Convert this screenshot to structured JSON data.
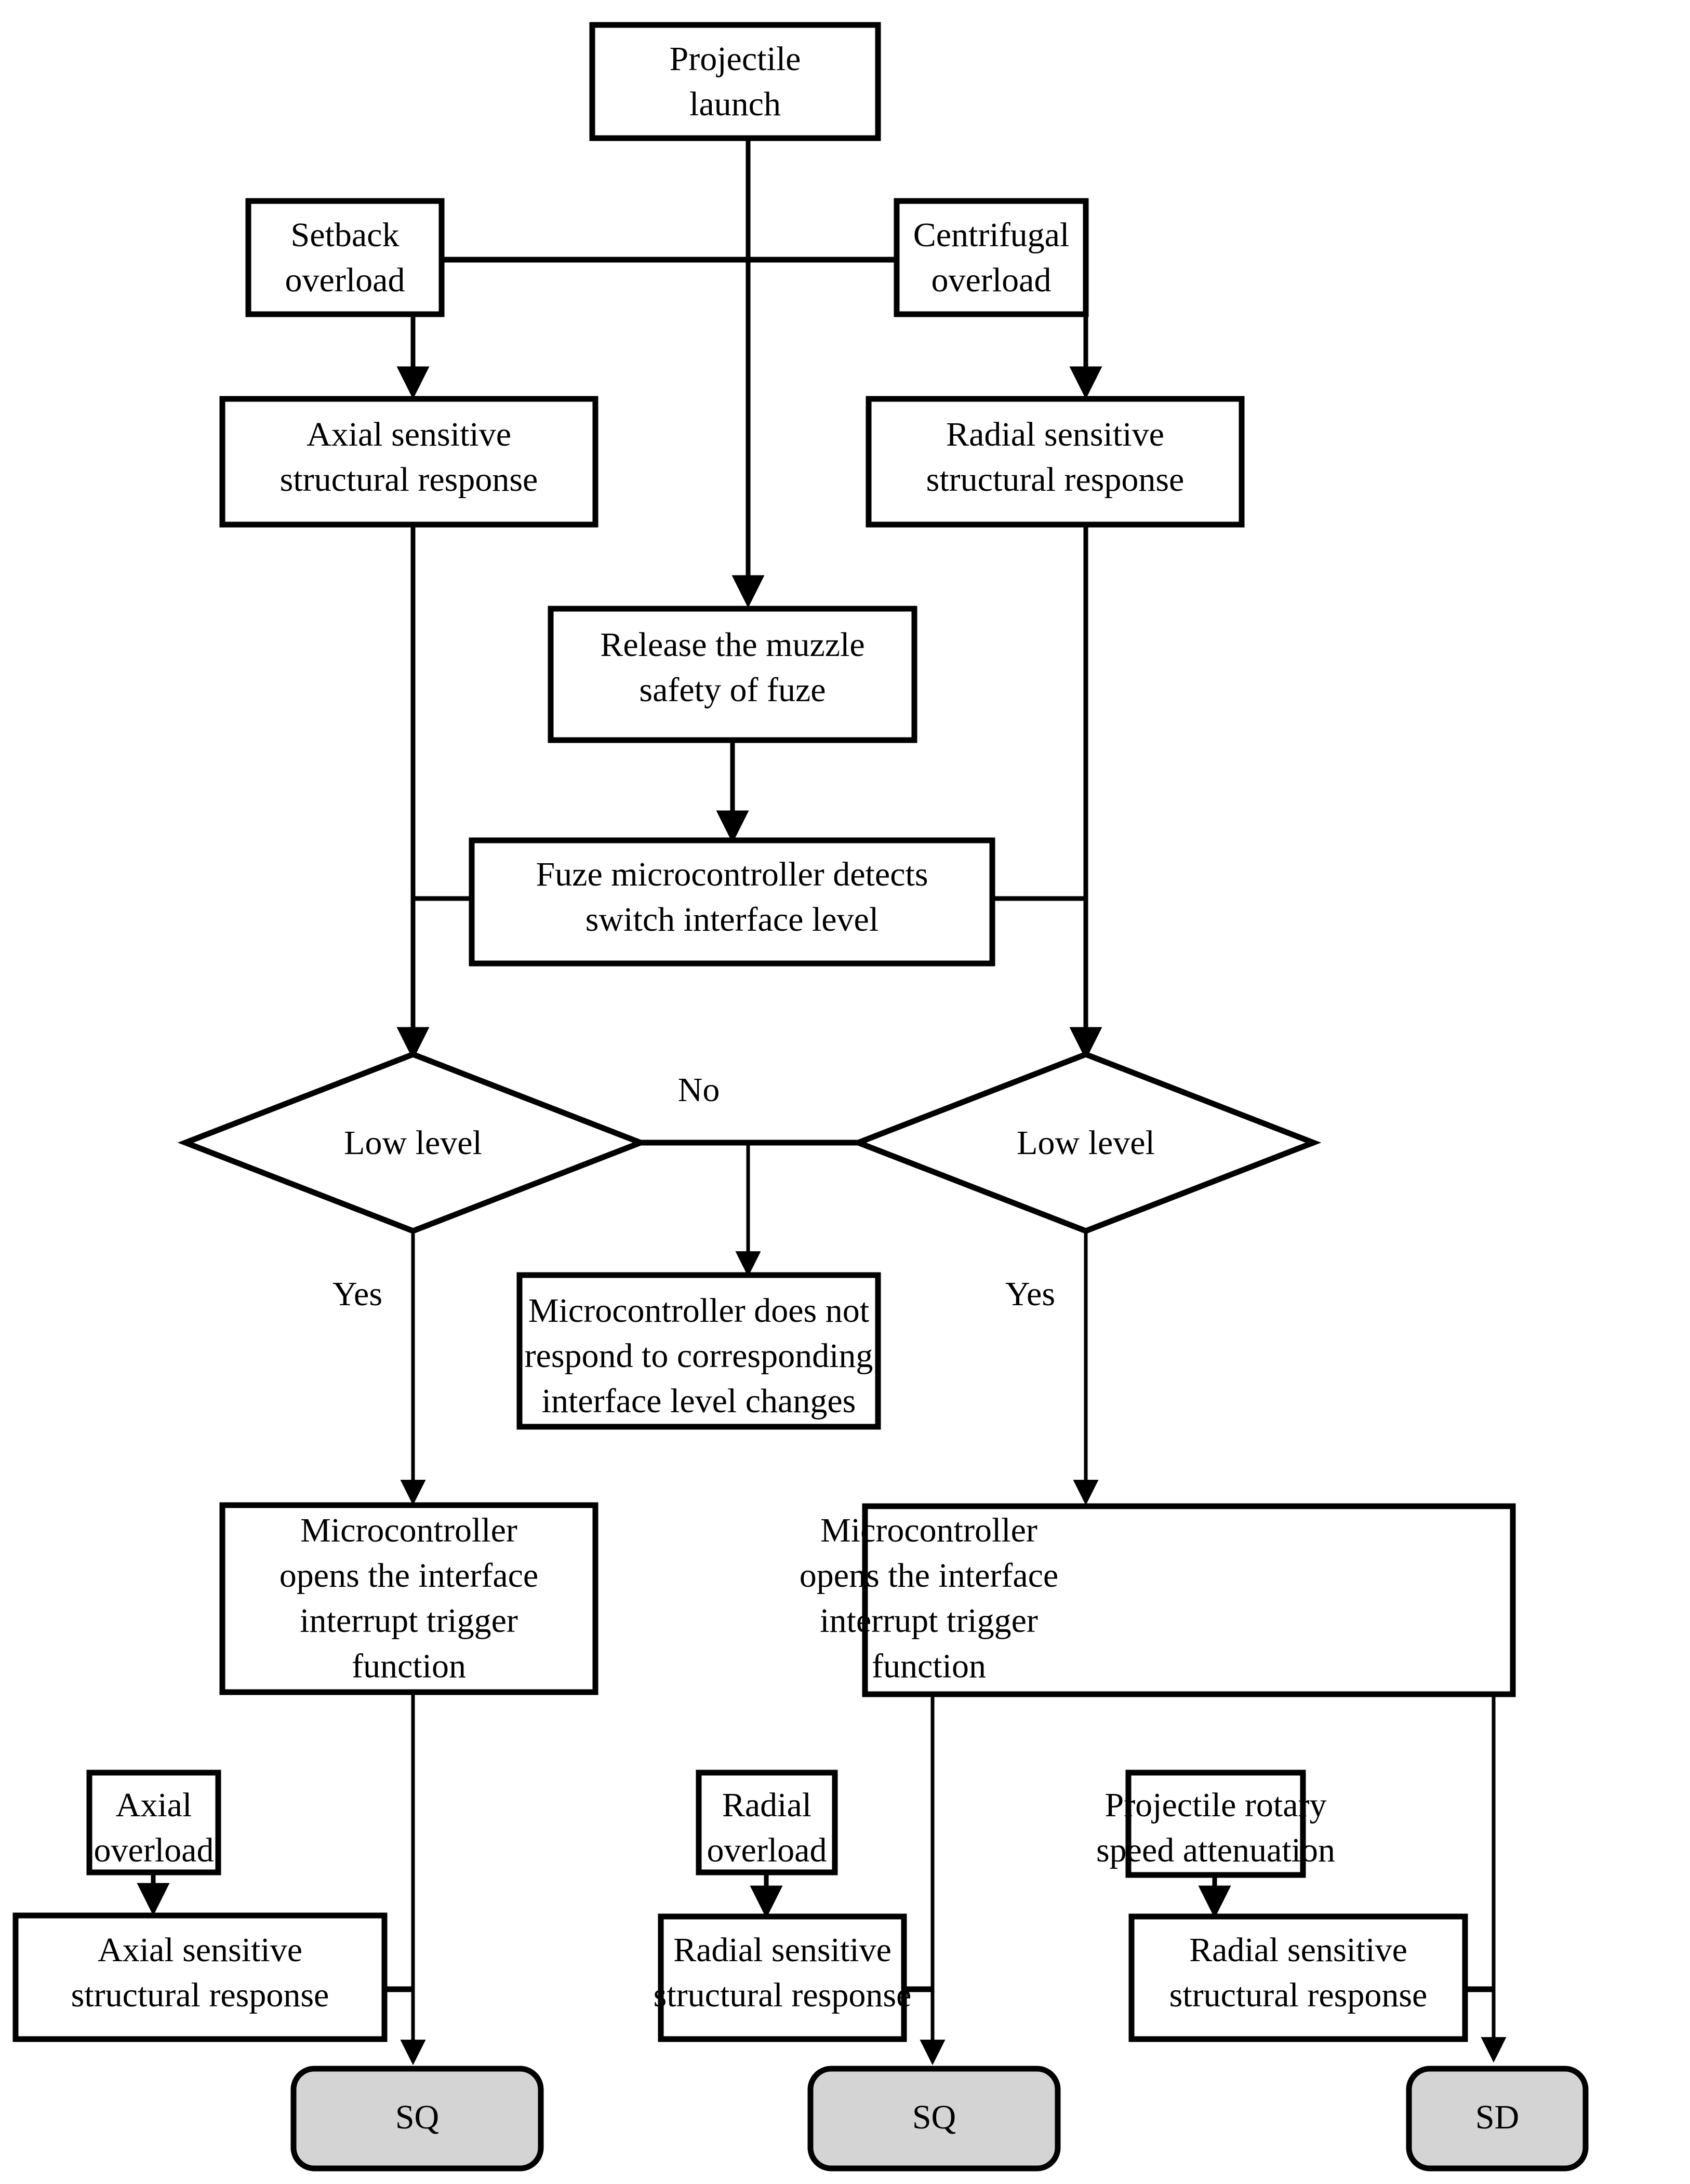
{
  "diagram": {
    "title": "Fuze setback and centrifugal overload detection flowchart",
    "colors": {
      "stroke": "#000000",
      "box_fill": "#ffffff",
      "terminal_fill": "#d4d4d4",
      "background": "#ffffff"
    },
    "nodes": {
      "projectile_launch": "Projectile\nlaunch",
      "setback_overload": "Setback\noverload",
      "centrifugal_overload": "Centrifugal\noverload",
      "axial_sensitive_response_top": "Axial sensitive\nstructural response",
      "radial_sensitive_response_top": "Radial sensitive\nstructural response",
      "release_muzzle_safety": "Release the muzzle\nsafety of fuze",
      "fuze_detects_level": "Fuze microcontroller detects\nswitch interface level",
      "decision_low_level_left": "Low level",
      "decision_low_level_right": "Low level",
      "no_response_box": "Microcontroller does not\nrespond to corresponding\ninterface level changes",
      "mcu_opens_interrupt_left": "Microcontroller\nopens the interface\ninterrupt trigger\nfunction",
      "mcu_opens_interrupt_right": "Microcontroller\nopens the interface\ninterrupt trigger\nfunction",
      "axial_overload": "Axial\noverload",
      "radial_overload": "Radial\noverload",
      "projectile_rotary_speed": "Projectile rotary\nspeed attenuation",
      "axial_sensitive_response_bottom": "Axial sensitive\nstructural response",
      "radial_sensitive_response_bottom_mid": "Radial sensitive\nstructural response",
      "radial_sensitive_response_bottom_right": "Radial sensitive\nstructural response",
      "terminal_sq_left": "SQ",
      "terminal_sq_mid": "SQ",
      "terminal_sd_right": "SD"
    },
    "edge_labels": {
      "no": "No",
      "yes_left": "Yes",
      "yes_right": "Yes"
    }
  }
}
